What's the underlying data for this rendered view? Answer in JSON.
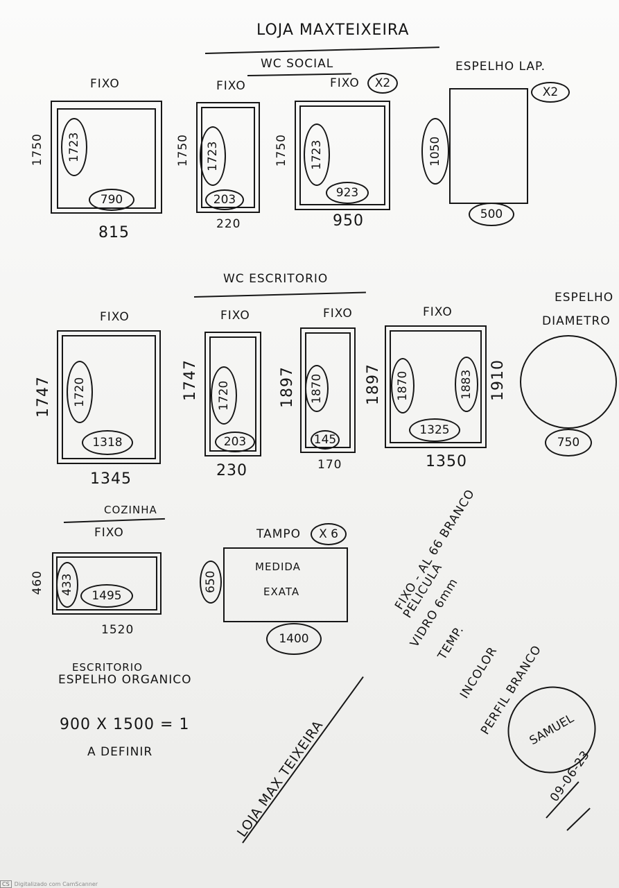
{
  "header": {
    "title": "LOJA MAXTEIXEIRA"
  },
  "wc_social": {
    "heading": "WC SOCIAL",
    "p1": {
      "label": "FIXO",
      "height": "1750",
      "inner_h": "1723",
      "inner_w": "790",
      "width": "815"
    },
    "p2": {
      "label": "FIXO",
      "height": "1750",
      "inner_h": "1723",
      "inner_w": "203",
      "width": "220"
    },
    "p3": {
      "label": "FIXO",
      "qty": "X2",
      "height": "1750",
      "inner_h": "1723",
      "inner_w": "923",
      "width": "950"
    },
    "mirror": {
      "label": "ESPELHO LAP.",
      "qty": "X2",
      "height": "1050",
      "width": "500"
    }
  },
  "wc_escritorio": {
    "heading": "WC ESCRITORIO",
    "p1": {
      "label": "FIXO",
      "height": "1747",
      "inner_h": "1720",
      "inner_w": "1318",
      "width": "1345"
    },
    "p2": {
      "label": "FIXO",
      "height": "1747",
      "inner_h": "1720",
      "inner_w": "203",
      "width": "230"
    },
    "p3": {
      "label": "FIXO",
      "height": "1897",
      "inner_h": "1870",
      "inner_w": "145",
      "width": "170"
    },
    "p4": {
      "label": "FIXO",
      "height": "1897",
      "inner_h_left": "1870",
      "inner_h_right": "1883",
      "height_right": "1910",
      "inner_w": "1325",
      "width": "1350"
    },
    "mirror": {
      "label1": "ESPELHO",
      "label2": "DIAMETRO",
      "diameter": "750"
    }
  },
  "cozinha": {
    "heading": "COZINHA",
    "p1": {
      "label": "FIXO",
      "height": "460",
      "inner_h": "433",
      "inner_w": "1495",
      "width": "1520"
    },
    "tampo": {
      "label": "TAMPO",
      "qty": "X 6",
      "height": "650",
      "note1": "MEDIDA",
      "note2": "EXATA",
      "width": "1400"
    }
  },
  "notes": {
    "spec_lines": [
      "FIXO - AL 66 BRANCO",
      "PELICULA",
      "VIDRO 6mm",
      "TEMP.",
      "INCOLOR",
      "PERFIL BRANCO"
    ],
    "escritorio_title": "ESCRITORIO",
    "escritorio_line2": "ESPELHO ORGANICO",
    "escritorio_line3": "900 X 1500 = 1",
    "escritorio_line4": "A DEFINIR"
  },
  "stamp": {
    "diagonal_text": "LOJA MAX TEIXEIRA",
    "signature": "SAMUEL",
    "date": "09-06-23"
  },
  "footer": {
    "scanner_logo": "CS",
    "scanner_text": "Digitalizado com CamScanner"
  }
}
